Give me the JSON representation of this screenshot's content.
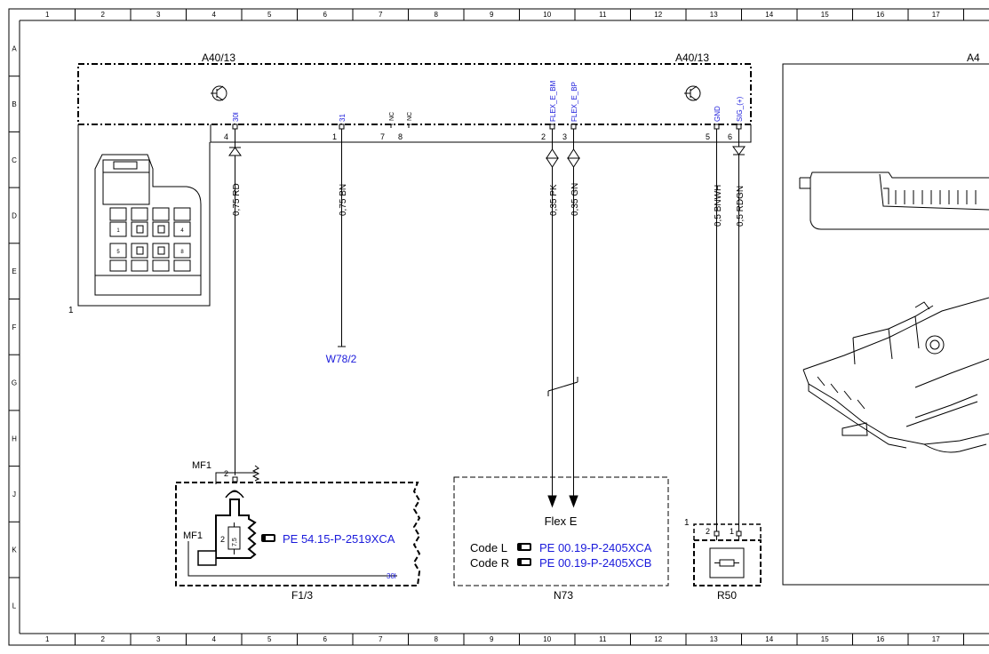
{
  "grid": {
    "columns": [
      "1",
      "2",
      "3",
      "4",
      "5",
      "6",
      "7",
      "8",
      "9",
      "10",
      "11",
      "12",
      "13",
      "14",
      "15",
      "16",
      "17"
    ],
    "rows": [
      "A",
      "B",
      "C",
      "D",
      "E",
      "F",
      "G",
      "H",
      "J",
      "K",
      "L"
    ]
  },
  "control_unit": {
    "label_left": "A40/13",
    "label_right": "A40/13",
    "label_far_right": "A4",
    "pins": [
      {
        "name": "30l",
        "number": "4"
      },
      {
        "name": "31",
        "number": "1"
      },
      {
        "name": "NC",
        "number": "7"
      },
      {
        "name": "NC",
        "number": "8"
      },
      {
        "name": "FLEX_E_BM",
        "number": "2"
      },
      {
        "name": "FLEX_E_BP",
        "number": "3"
      },
      {
        "name": "GND",
        "number": "5"
      },
      {
        "name": "SIG_(+)",
        "number": "6"
      }
    ]
  },
  "connector_view": {
    "cells": [
      "1",
      "4",
      "5",
      "8"
    ],
    "callout": "1"
  },
  "wires": [
    {
      "label": "0,75 RD"
    },
    {
      "label": "0,75 BN"
    },
    {
      "label": "0,35 PK"
    },
    {
      "label": "0,35 GN"
    },
    {
      "label": "0,5 BNWH"
    },
    {
      "label": "0,5 RDGN"
    }
  ],
  "ground": {
    "label": "W78/2"
  },
  "fuse_box": {
    "label": "F1/3",
    "mf1_top": "MF1",
    "mf1_side": "MF1",
    "pin": "2",
    "fuse_pin": "2",
    "fuse_rating": "7,5",
    "ref": "PE 54.15-P-2519XCA",
    "terminal": "30l"
  },
  "sensor": {
    "label": "N73",
    "title": "Flex E",
    "code_l": "Code L",
    "ref_l": "PE 00.19-P-2405XCA",
    "code_r": "Code R",
    "ref_r": "PE 00.19-P-2405XCB"
  },
  "resistor": {
    "label": "R50",
    "callout": "1",
    "pin_a": "2",
    "pin_b": "1"
  }
}
